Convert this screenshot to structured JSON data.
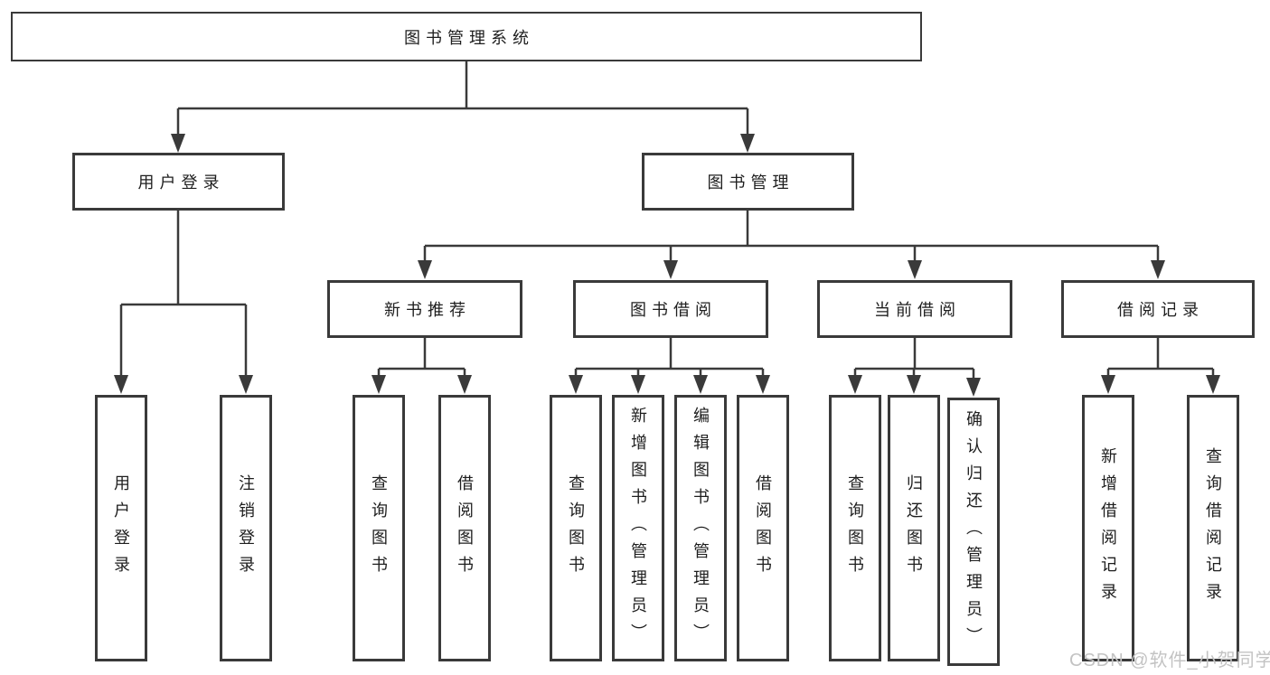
{
  "diagram": {
    "root": "图书管理系统",
    "login": {
      "label": "用户登录",
      "children": [
        "用户登录",
        "注销登录"
      ]
    },
    "manage": {
      "label": "图书管理",
      "sections": [
        {
          "label": "新书推荐",
          "children": [
            "查询图书",
            "借阅图书"
          ]
        },
        {
          "label": "图书借阅",
          "children": [
            "查询图书",
            "新增图书（管理员）",
            "编辑图书（管理员）",
            "借阅图书"
          ]
        },
        {
          "label": "当前借阅",
          "children": [
            "查询图书",
            "归还图书",
            "确认归还（管理员）"
          ]
        },
        {
          "label": "借阅记录",
          "children": [
            "新增借阅记录",
            "查询借阅记录"
          ]
        }
      ]
    }
  },
  "watermark": "CSDN @软件_小贺同学",
  "colors": {
    "line": "#3a3a3a",
    "text": "#1e1e1e",
    "watermark": "#c3c3c3",
    "background": "#ffffff"
  }
}
